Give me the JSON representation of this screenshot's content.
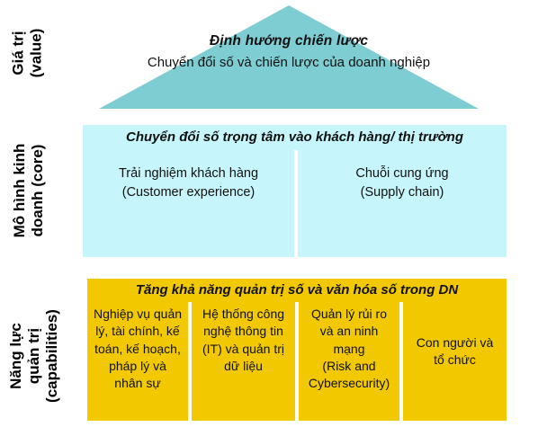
{
  "colors": {
    "roof_fill": "#7ecdd3",
    "core_fill": "#c6f6fb",
    "caps_fill": "#f2c900",
    "text": "#111111",
    "background": "#ffffff"
  },
  "side_labels": {
    "value": "Giá trị\n(value)",
    "core": "Mô hình kinh\ndoanh (core)",
    "capabilities": "Năng lực\nquản trị\n(capabilities)"
  },
  "roof": {
    "title": "Định hướng chiến lược",
    "subtitle": "Chuyển đổi số và chiến lược của doanh nghiệp"
  },
  "core": {
    "header": "Chuyển đổi số trọng tâm vào khách hàng/ thị trường",
    "boxes": [
      {
        "text": "Trải nghiệm khách hàng\n(Customer experience)"
      },
      {
        "text": "Chuỗi cung ứng\n(Supply chain)"
      }
    ]
  },
  "capabilities": {
    "header": "Tăng khả năng quản trị số và văn hóa số trong DN",
    "boxes": [
      {
        "text": "Nghiệp vụ quản\nlý, tài chính, kế\ntoán, kế hoạch,\npháp lý và\nnhân sự"
      },
      {
        "text": "Hệ thống công\nnghệ thông tin\n(IT) và quản trị\ndữ liệu"
      },
      {
        "text": "Quản lý rủi ro\nvà an ninh\nmạng\n(Risk and\nCybersecurity)"
      },
      {
        "text": "Con người và\ntổ chức"
      }
    ]
  }
}
